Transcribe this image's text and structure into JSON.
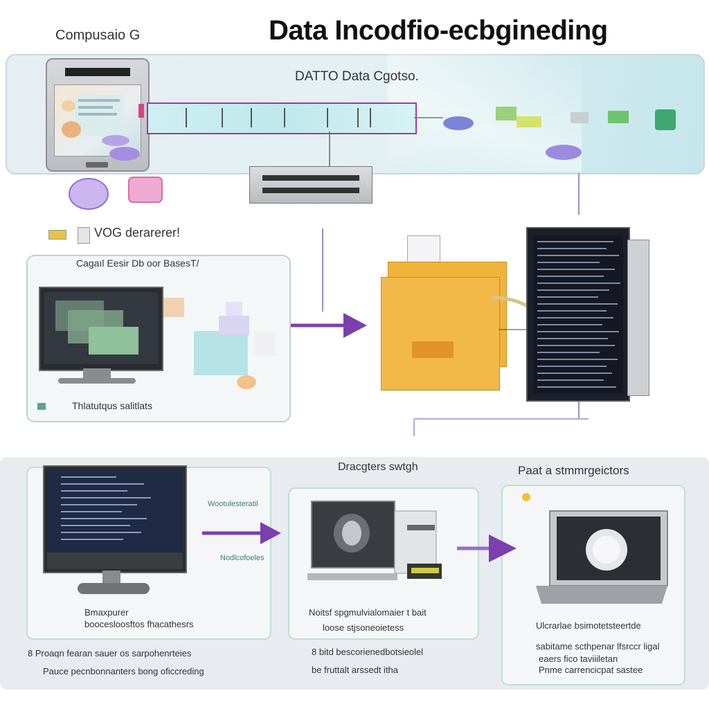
{
  "header": {
    "left_label": "Compusaio G",
    "title": "Data Incodfio-ecbgineding"
  },
  "top_band": {
    "title": "DATTO Data Cgotso."
  },
  "middle": {
    "left_annotation": "VOG derarerer!",
    "left_card": {
      "heading": "Cagaıl Eesir Db oor BasesT/",
      "footer": "Thlatutqus salitlats"
    }
  },
  "bottom": {
    "left": {
      "line1": "Bmaxpurer",
      "line2": "boocesloosftos fhacathesrs",
      "teal_top": "Wootulesteratil",
      "teal_mid": "Nodlcofoeles",
      "caption1": "8 Proaqn fearan sauer os sarpohenrteies",
      "caption2": "Pauce pecnbonnanters bong oficcreding"
    },
    "middle": {
      "title": "Dracgters swtgh",
      "line1": "Noitsf spgmulvialomaier t bait",
      "line2": "loose stjsoneoietess",
      "caption1": "8 bitd bescorienedbotsieolel",
      "caption2": "be fruttalt arssedt itha"
    },
    "right": {
      "title": "Paat a stmmrgeictors",
      "line1": "Ulcrarlae bsimotetsteertde",
      "line2": "sabitame scthpenar lfsrccr ligal",
      "line3": "eaers fico taviiiletan",
      "line4": "Pnme carrencicpat sastee"
    }
  },
  "colors": {
    "arrow": "#7b3fb0",
    "pipeline_border": "#9b3aa8",
    "document": "#f3b948",
    "band": "#d9ecef"
  }
}
